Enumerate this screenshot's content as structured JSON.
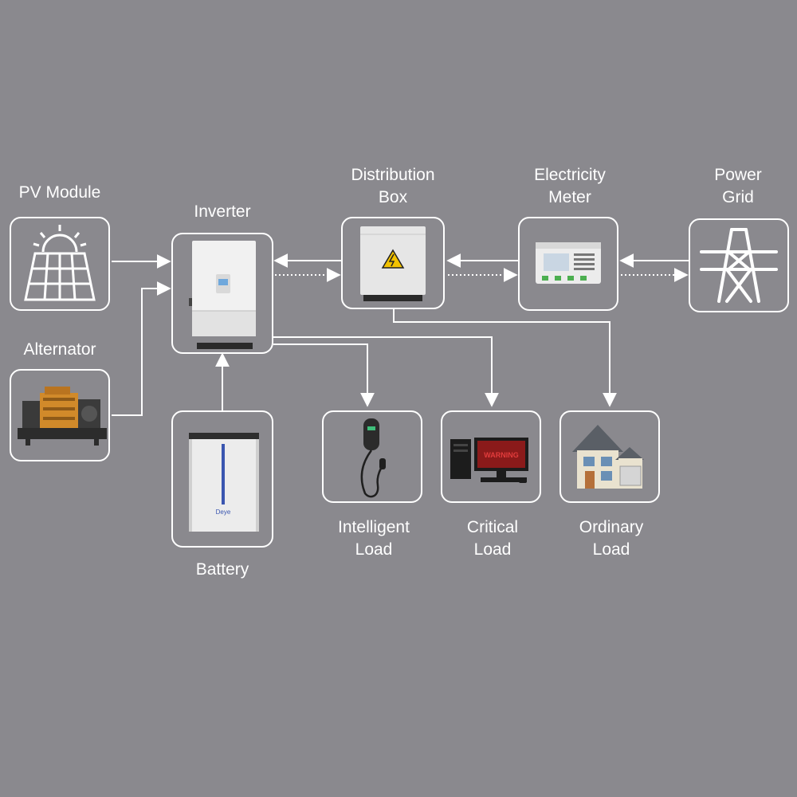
{
  "colors": {
    "background": "#8a898e",
    "line": "#ffffff",
    "solar_panel": "#ffffff",
    "generator": "#d18a2a",
    "warning_text": "#cc2a2a"
  },
  "nodes": {
    "pv_module": {
      "label_line1": "PV Module",
      "icon": "solar-panel-icon"
    },
    "alternator": {
      "label_line1": "Alternator",
      "icon": "generator-icon"
    },
    "inverter": {
      "label_line1": "Inverter",
      "icon": "inverter-icon"
    },
    "battery": {
      "label_line1": "Battery",
      "icon": "battery-icon",
      "brand": "Deye"
    },
    "distribution_box": {
      "label_line1": "Distribution",
      "label_line2": "Box",
      "icon": "distribution-box-icon"
    },
    "electricity_meter": {
      "label_line1": "Electricity",
      "label_line2": "Meter",
      "icon": "energy-meter-icon"
    },
    "power_grid": {
      "label_line1": "Power",
      "label_line2": "Grid",
      "icon": "transmission-tower-icon"
    },
    "intelligent_load": {
      "label_line1": "Intelligent",
      "label_line2": "Load",
      "icon": "ev-charger-icon"
    },
    "critical_load": {
      "label_line1": "Critical",
      "label_line2": "Load",
      "icon": "computer-icon",
      "screen_text": "WARNING"
    },
    "ordinary_load": {
      "label_line1": "Ordinary",
      "label_line2": "Load",
      "icon": "house-icon"
    }
  }
}
